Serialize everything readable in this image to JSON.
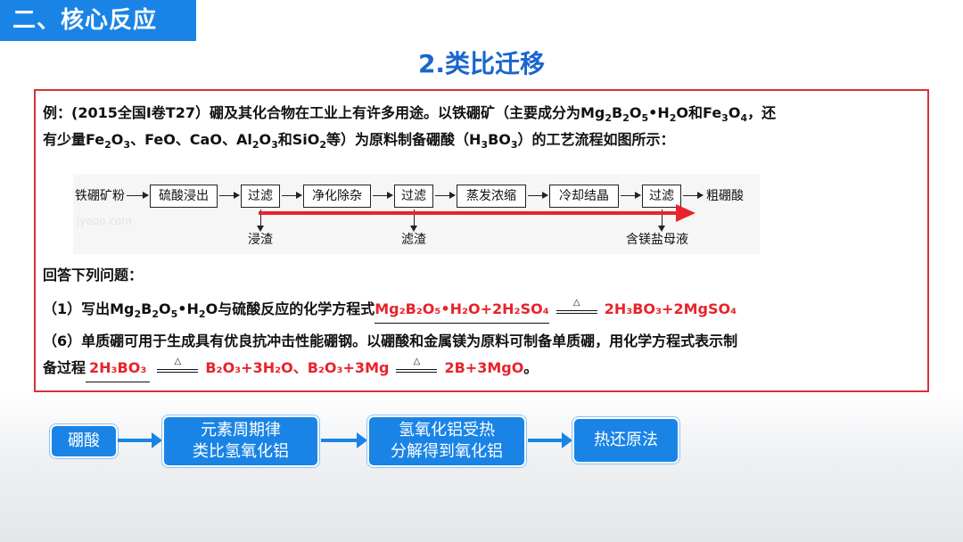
{
  "section": {
    "label": "二、核心反应"
  },
  "page_title": "2.类比迁移",
  "problem": {
    "line1_a": "例：(2015全国I卷T27）硼及其化合物在工业上有许多用途。以铁硼矿（主要成分为Mg",
    "line1_b": "和Fe",
    "line1_c": "，还",
    "line2_a": "有少量Fe",
    "line2_b": "、FeO、CaO、Al",
    "line2_c": "和SiO",
    "line2_d": "等）为原料制备硼酸（H",
    "line2_e": "）的工艺流程如图所示："
  },
  "flowchart": {
    "start": "铁硼矿粉",
    "steps": [
      "硫酸浸出",
      "过滤",
      "净化除杂",
      "过滤",
      "蒸发浓缩",
      "冷却结晶",
      "过滤"
    ],
    "end": "粗硼酸",
    "byproducts": [
      "浸渣",
      "滤渣",
      "含镁盐母液"
    ],
    "watermark": "jyeoo.com"
  },
  "questions": {
    "header": "回答下列问题：",
    "q1_prefix": "（1）写出Mg",
    "q1_mid": "与硫酸反应的化学方程式",
    "q1_answer_left": "Mg₂B₂O₅•H₂O+2H₂SO₄",
    "q1_answer_right": "2H₃BO₃+2MgSO₄",
    "q6_text": "（6）单质硼可用于生成具有优良抗冲击性能硼钢。以硼酸和金属镁为原料可制备单质硼，用化学方程式表示制",
    "q6_prefix": "备过程",
    "q6_answer_1_left": "2H₃BO₃",
    "q6_answer_1_right": "B₂O₃+3H₂O、B₂O₃+3Mg",
    "q6_answer_2_right": "2B+3MgO",
    "q6_suffix": "。",
    "condition_symbol": "△"
  },
  "chain": {
    "items": [
      "硼酸",
      "元素周期律\n类比氢氧化铝",
      "氢氧化铝受热\n分解得到氧化铝",
      "热还原法"
    ]
  },
  "colors": {
    "accent_blue": "#1a84e6",
    "title_blue": "#1a66cc",
    "answer_red": "#e8232b",
    "border_red": "#d6333a"
  }
}
